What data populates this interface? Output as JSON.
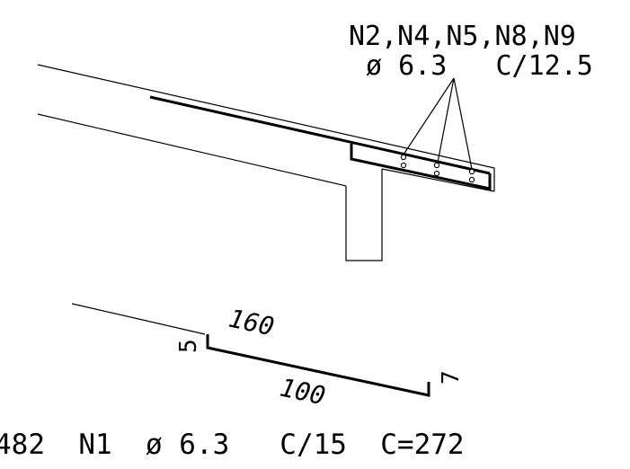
{
  "callout": {
    "bar_marks": "N2,N4,N5,N8,N9",
    "bar_spec": "ø 6.3   C/12.5"
  },
  "bar_detail": {
    "top_length": "160",
    "bottom_length": "100",
    "left_hook": "5",
    "right_hook": "7"
  },
  "footer": {
    "spec": "482  N1  ø 6.3   C/15  C=272"
  },
  "colors": {
    "ink": "#000000",
    "paper": "#ffffff"
  }
}
